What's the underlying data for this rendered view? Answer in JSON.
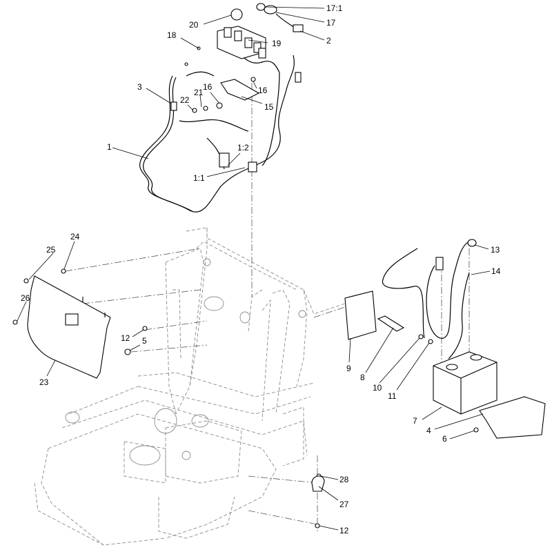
{
  "callouts": [
    {
      "id": "17:1"
    },
    {
      "id": "17"
    },
    {
      "id": "2"
    },
    {
      "id": "20"
    },
    {
      "id": "18"
    },
    {
      "id": "19"
    },
    {
      "id": "3"
    },
    {
      "id": "16"
    },
    {
      "id": "21"
    },
    {
      "id": "22"
    },
    {
      "id": "16"
    },
    {
      "id": "15"
    },
    {
      "id": "1"
    },
    {
      "id": "1:2"
    },
    {
      "id": "1:1"
    },
    {
      "id": "24"
    },
    {
      "id": "25"
    },
    {
      "id": "26"
    },
    {
      "id": "12"
    },
    {
      "id": "5"
    },
    {
      "id": "23"
    },
    {
      "id": "13"
    },
    {
      "id": "14"
    },
    {
      "id": "9"
    },
    {
      "id": "8"
    },
    {
      "id": "10"
    },
    {
      "id": "11"
    },
    {
      "id": "7"
    },
    {
      "id": "4"
    },
    {
      "id": "6"
    },
    {
      "id": "28"
    },
    {
      "id": "27"
    },
    {
      "id": "12"
    }
  ]
}
